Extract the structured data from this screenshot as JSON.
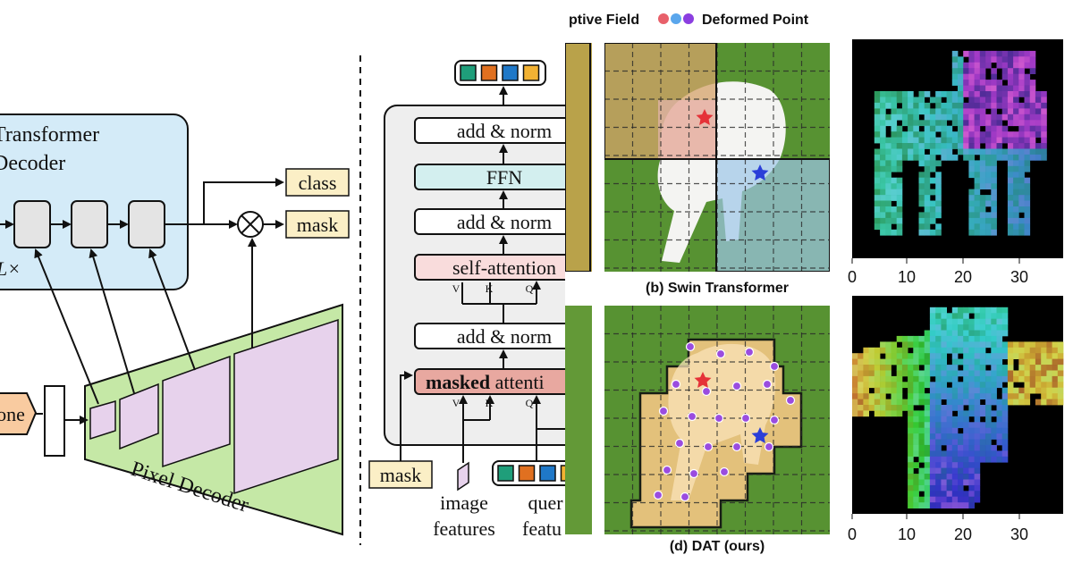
{
  "mask2former": {
    "transformer_decoder_line1": "Transformer",
    "transformer_decoder_line2": "Decoder",
    "layers_label": "L×",
    "class_label": "class",
    "mask_label": "mask",
    "backbone_label": "one",
    "pixel_decoder_label": "Pixel Decoder"
  },
  "decoder_block": {
    "add_norm_top": "add & norm",
    "ffn": "FFN",
    "add_norm_mid": "add & norm",
    "self_attention": "self-attention",
    "self_attention_ports": [
      "V",
      "K",
      "Q"
    ],
    "add_norm_bottom": "add & norm",
    "masked_attention_bold": "masked",
    "masked_attention_rest": " attenti",
    "masked_attention_ports": [
      "V",
      "K",
      "Q"
    ],
    "mask_input": "mask",
    "image_features_line1": "image",
    "image_features_line2": "features",
    "query_features_line1": "quer",
    "query_features_line2": "featu",
    "query_token_colors": [
      "#1f9e7a",
      "#e07020",
      "#1f78c8",
      "#f2b233"
    ]
  },
  "dat": {
    "legend_prefix": "ptive Field",
    "legend_suffix": "Deformed Point",
    "legend_dot_colors": [
      "#e8606a",
      "#5aa6ec",
      "#8b3ee0"
    ],
    "caption_swin": "(b) Swin Transformer",
    "caption_dat": "(d) DAT (ours)"
  },
  "feature_maps": {
    "x_ticks_top": [
      "0",
      "10",
      "20",
      "30"
    ],
    "x_ticks_bottom": [
      "0",
      "10",
      "20",
      "30"
    ]
  },
  "colors": {
    "decoder_blue": "#d4ebf8",
    "pixel_decoder_green": "#c5e8a6",
    "feature_pink": "#e7d2ec",
    "label_yellow": "#fbefc6",
    "ffn_teal": "#d3efef",
    "attention_pink": "#f9dcdc",
    "masked_attention_red": "#e8a8a0",
    "backbone_orange": "#f9cba0",
    "grass_green": "#4d8a2e",
    "swin_orange": "#d6a36a",
    "swin_pink": "#f0b9c4",
    "swin_blue": "#9cc6e8",
    "dat_orange": "#f3c783"
  },
  "icons": [
    "multiply-circle-icon",
    "red-star-icon",
    "blue-star-icon"
  ]
}
